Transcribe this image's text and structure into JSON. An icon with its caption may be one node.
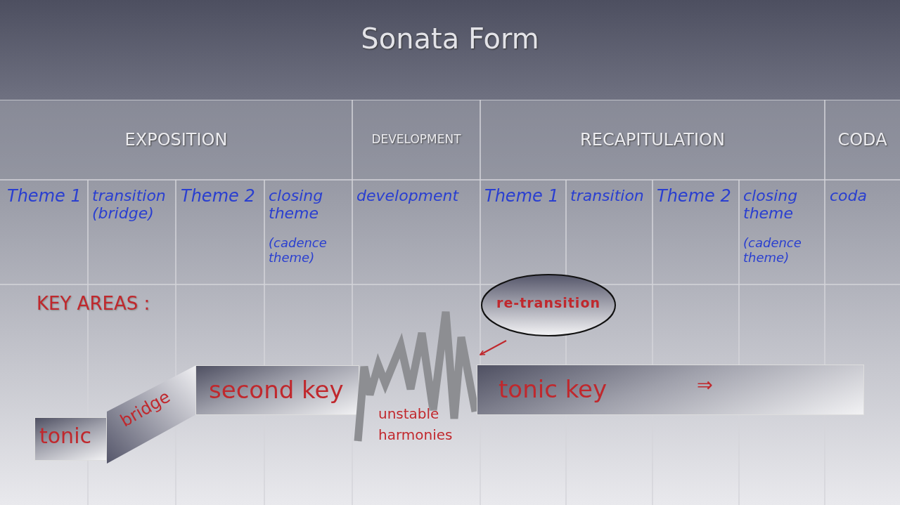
{
  "diagram": {
    "title": "Sonata Form",
    "nodes": [
      {
        "text": [
          "tonic"
        ]
      },
      {
        "text": [
          "bridge"
        ]
      },
      {
        "text": [
          "second key"
        ]
      },
      {
        "text": [
          "unstable harmonies"
        ]
      },
      {
        "text": [
          "re-transition"
        ]
      },
      {
        "text": [
          "tonic key",
          "⇒"
        ]
      }
    ],
    "edges": [
      {
        "from": 4,
        "to": 3,
        "arrow": "to",
        "color": "#c0282d"
      }
    ],
    "labels": [
      "EXPOSITION",
      "DEVELOPMENT",
      "RECAPITULATION",
      "CODA",
      "Theme 1",
      "transition (bridge)",
      "Theme 2",
      "closing theme",
      "(cadence theme)",
      "development",
      "Theme 1",
      "transition",
      "Theme 2",
      "closing theme",
      "(cadence theme)",
      "coda",
      "KEY AREAS :"
    ]
  }
}
